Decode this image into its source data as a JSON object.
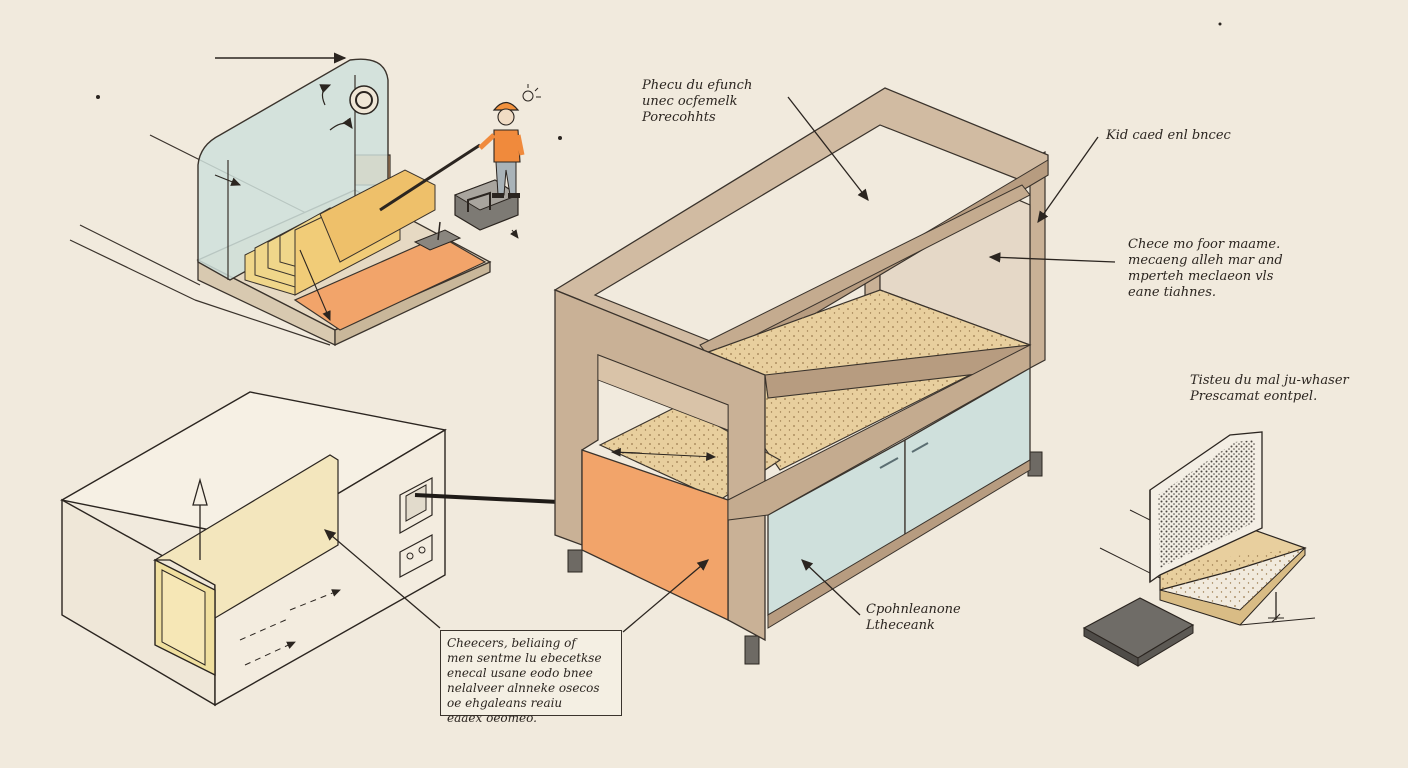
{
  "annotations": {
    "frame_note": [
      "Phecu du efunch",
      "unec ocfemelk",
      "Porecohhts"
    ],
    "side_panel_note": "Kid caed enl bncec",
    "interior_note": [
      "Chece mo foor maame.",
      "mecaeng alleh mar and",
      "mperteh meclaeon vls",
      "eane tiahnes."
    ],
    "panel_detail_note": [
      "Tisteu du mal ju-whaser",
      "Prescamat eontpel."
    ],
    "cabinet_note": [
      "Cpohnleanone",
      "Ltheceank"
    ],
    "bottom_box_note": [
      "Cheecers, beliaing of",
      "men sentme lu ebecetkse",
      "enecal usane eodo bnee",
      "nelalveer alnneke osecos",
      "oe ehgaleans reaiu",
      "eaaex oeomeo."
    ]
  },
  "colors": {
    "paper": "#f1eadd",
    "ink": "#2b2520",
    "plywood": "#c9b196",
    "plywood_dark": "#a88d70",
    "particle_board": "#e8cf9e",
    "orange": "#f2a46a",
    "pale_blue": "#cfe0dc",
    "yellow_wood": "#f0d68a",
    "steel": "#7d7a74"
  }
}
